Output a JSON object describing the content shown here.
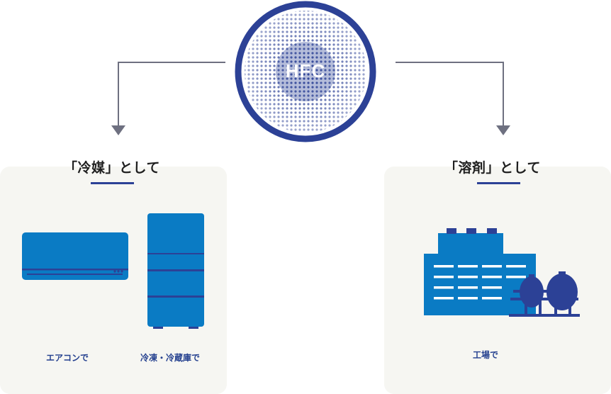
{
  "center": {
    "label": "HFC"
  },
  "left": {
    "heading": "「冷媒」として",
    "items": [
      {
        "caption": "エアコンで"
      },
      {
        "caption": "冷凍・冷蔵庫で"
      }
    ]
  },
  "right": {
    "heading": "「溶剤」として",
    "items": [
      {
        "caption": "工場で"
      }
    ]
  },
  "colors": {
    "primary_blue": "#0a7bc4",
    "navy": "#2c4196",
    "panel_bg": "#f6f6f2",
    "arrow": "#6e7080"
  },
  "icons": [
    "air-conditioner-icon",
    "refrigerator-icon",
    "factory-icon"
  ]
}
